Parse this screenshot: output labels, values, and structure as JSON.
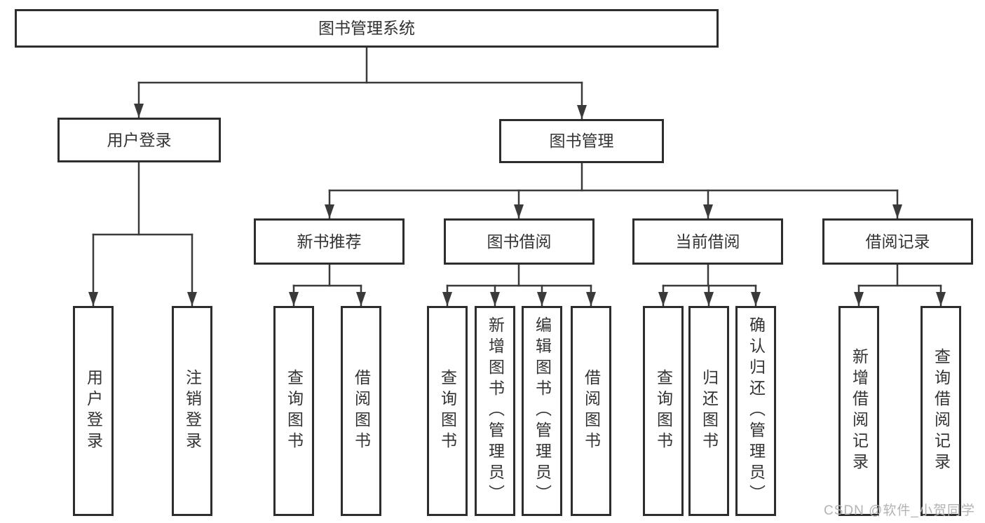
{
  "diagram": {
    "root": {
      "label": "图书管理系统"
    },
    "level2": [
      {
        "label": "用户登录"
      },
      {
        "label": "图书管理"
      }
    ],
    "level3": [
      {
        "label": "新书推荐",
        "parent": "图书管理"
      },
      {
        "label": "图书借阅",
        "parent": "图书管理"
      },
      {
        "label": "当前借阅",
        "parent": "图书管理"
      },
      {
        "label": "借阅记录",
        "parent": "图书管理"
      }
    ],
    "leaves": [
      {
        "label": "用户登录",
        "parent": "用户登录"
      },
      {
        "label": "注销登录",
        "parent": "用户登录"
      },
      {
        "label": "查询图书",
        "parent": "新书推荐"
      },
      {
        "label": "借阅图书",
        "parent": "新书推荐"
      },
      {
        "label": "查询图书",
        "parent": "图书借阅"
      },
      {
        "label": "新增图书（管理员）",
        "parent": "图书借阅"
      },
      {
        "label": "编辑图书（管理员）",
        "parent": "图书借阅"
      },
      {
        "label": "借阅图书",
        "parent": "图书借阅"
      },
      {
        "label": "查询图书",
        "parent": "当前借阅"
      },
      {
        "label": "归还图书",
        "parent": "当前借阅"
      },
      {
        "label": "确认归还（管理员）",
        "parent": "当前借阅"
      },
      {
        "label": "新增借阅记录",
        "parent": "借阅记录"
      },
      {
        "label": "查询借阅记录",
        "parent": "借阅记录"
      }
    ]
  },
  "watermark": {
    "text": "CSDN @软件_小贺同学"
  },
  "colors": {
    "border": "#2d2d2d",
    "line": "#3a3a3a",
    "text": "#333333",
    "watermark": "#b3b3b3",
    "background": "#ffffff"
  }
}
